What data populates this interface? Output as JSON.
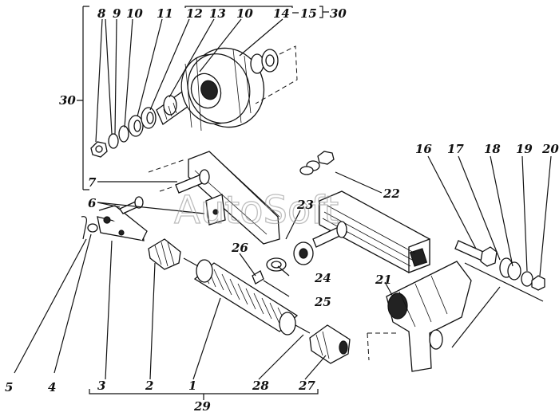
{
  "watermark": "AutoSoft",
  "labels": {
    "n1": "1",
    "n2": "2",
    "n3": "3",
    "n4": "4",
    "n5": "5",
    "n6": "6",
    "n7": "7",
    "n8": "8",
    "n9": "9",
    "n10a": "10",
    "n10b": "10",
    "n11": "11",
    "n12": "12",
    "n13": "13",
    "n14": "14",
    "n15": "15",
    "n16": "16",
    "n17": "17",
    "n18": "18",
    "n19": "19",
    "n20": "20",
    "n21": "21",
    "n22": "22",
    "n23": "23",
    "n24": "24",
    "n25": "25",
    "n26": "26",
    "n27": "27",
    "n28": "28",
    "n29": "29",
    "n30a": "30",
    "n30b": "30"
  }
}
